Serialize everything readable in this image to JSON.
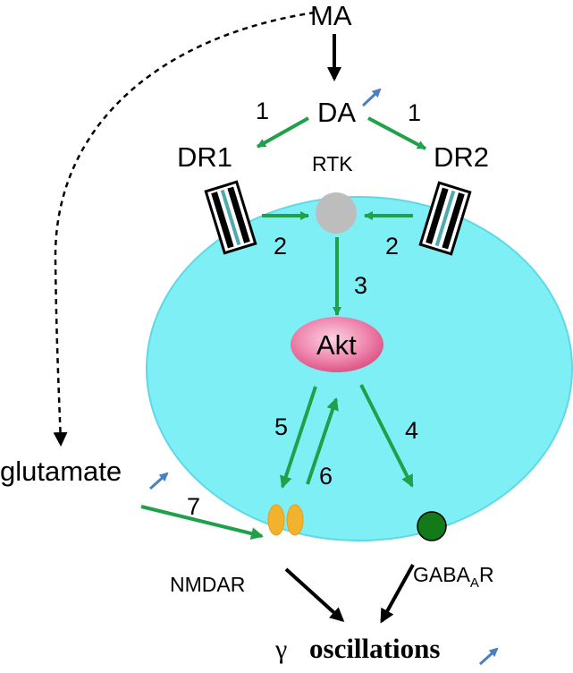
{
  "nodes": {
    "ma": "MA",
    "da": "DA",
    "dr1": "DR1",
    "dr2": "DR2",
    "rtk": "RTK",
    "akt": "Akt",
    "glutamate": "glutamate",
    "nmdar": "NMDAR",
    "gaba_base": "GABA",
    "gaba_sub": "A",
    "gaba_r": "R",
    "gamma": "γ",
    "oscillations": "oscillations"
  },
  "step_labels": {
    "s1_left": "1",
    "s1_right": "1",
    "s2_left": "2",
    "s2_right": "2",
    "s3": "3",
    "s4": "4",
    "s5": "5",
    "s6": "6",
    "s7": "7"
  },
  "colors": {
    "cell_fill": "#7FEFF6",
    "cell_stroke": "#5FD8E6",
    "activation_arrow": "#1FA04A",
    "increase_arrow": "#4A7FC0",
    "rtk": "#BDBDBD",
    "akt": "#E8608F",
    "nmdar": "#F2B22C",
    "gaba_receptor": "#137A1A"
  }
}
